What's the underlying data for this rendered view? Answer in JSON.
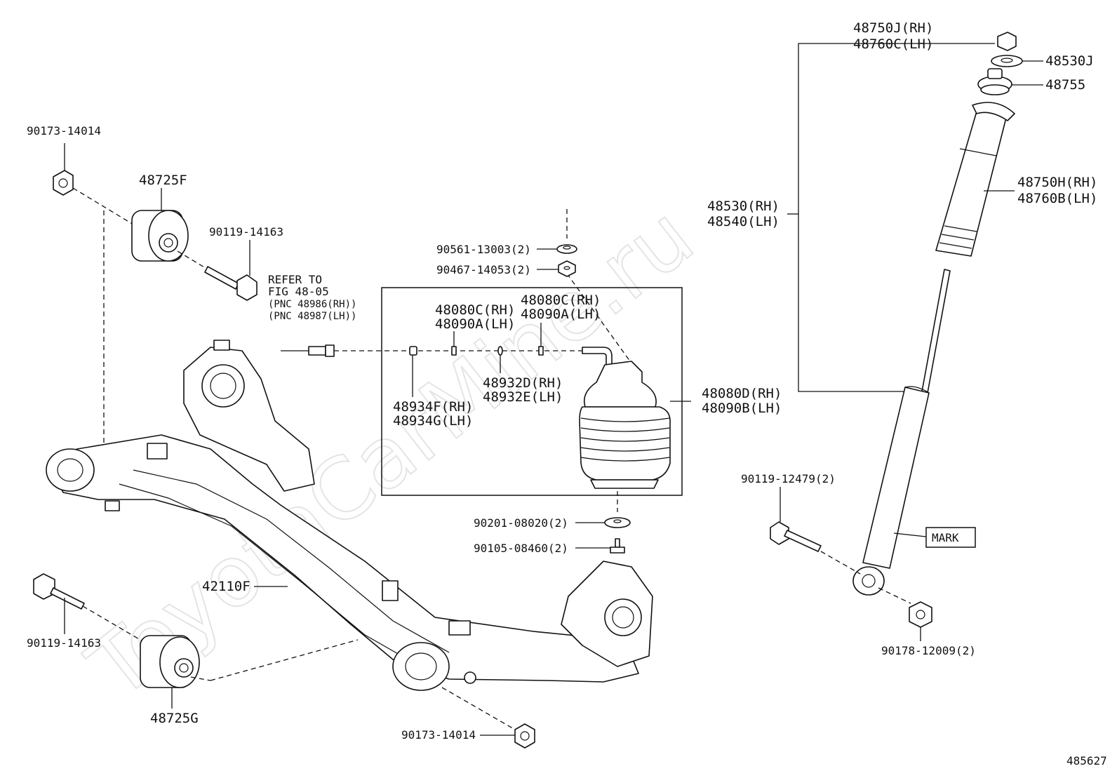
{
  "watermark": "ToyotaCarMine.ru",
  "figure_number": "485627",
  "reference": {
    "line1": "REFER TO",
    "line2": "FIG 48-05",
    "line3": "(PNC 48986(RH))",
    "line4": "(PNC 48987(LH))"
  },
  "mark_label": "MARK",
  "labels": {
    "nut_top_left": "90173-14014",
    "bushing_top": "48725F",
    "bolt_top": "90119-14163",
    "bushing_bottom": "48725G",
    "bolt_bottom": "90119-14163",
    "beam": "42110F",
    "nut_bottom": "90173-14014",
    "washer_top": "90561-13003(2)",
    "nut_spring_top": "90467-14053(2)",
    "joint_left_rh": "48080C(RH)",
    "joint_left_lh": "48090A(LH)",
    "joint_right_rh": "48080C(RH)",
    "joint_right_lh": "48090A(LH)",
    "oring_rh": "48932D(RH)",
    "oring_lh": "48932E(LH)",
    "clip_rh": "48934F(RH)",
    "clip_lh": "48934G(LH)",
    "spring_rh": "48080D(RH)",
    "spring_lh": "48090B(LH)",
    "washer_bottom": "90201-08020(2)",
    "bolt_spring": "90105-08460(2)",
    "shock_nut_rh": "48750J(RH)",
    "shock_nut_lh": "48760C(LH)",
    "shock_washer": "48530J",
    "shock_cushion": "48755",
    "boot_rh": "48750H(RH)",
    "boot_lh": "48760B(LH)",
    "absorber_rh": "48530(RH)",
    "absorber_lh": "48540(LH)",
    "shock_bolt": "90119-12479(2)",
    "shock_lower_nut": "90178-12009(2)"
  }
}
